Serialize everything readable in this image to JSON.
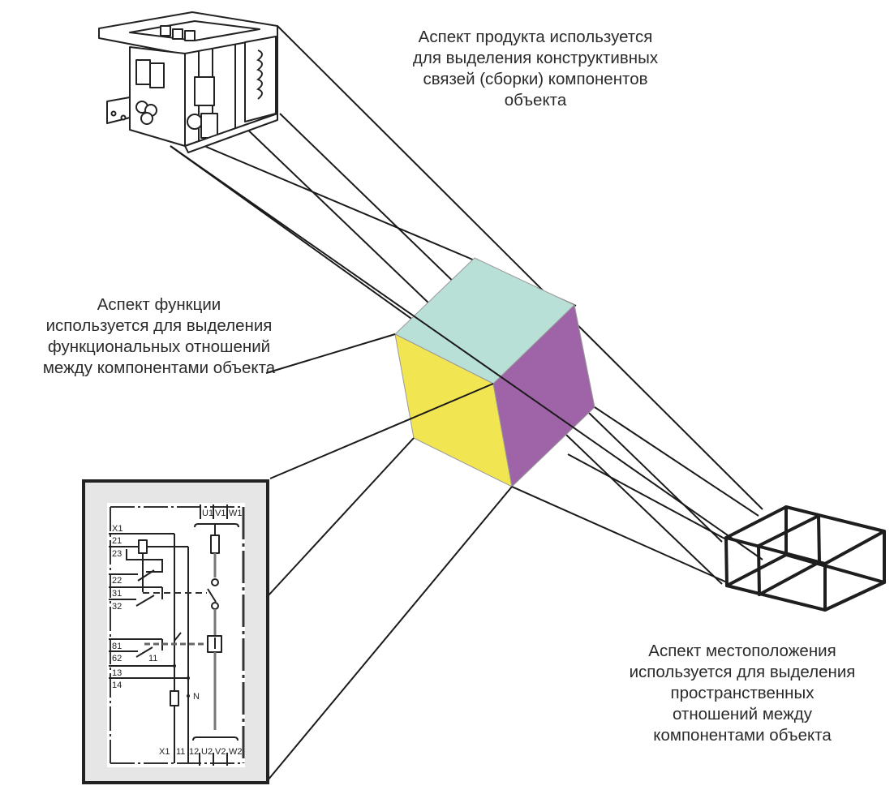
{
  "captions": {
    "product": {
      "lines": [
        "Аспект продукта используется",
        "для выделения конструктивных",
        "связей (сборки) компонентов",
        "объекта"
      ]
    },
    "function": {
      "lines": [
        "Аспект функции",
        "используется для выделения",
        "функциональных отношений",
        "между компонентами объекта"
      ]
    },
    "location": {
      "lines": [
        "Аспект местоположения",
        "используется для выделения",
        "пространственных",
        "отношений между",
        "компонентами объекта"
      ]
    }
  },
  "cube": {
    "colors": {
      "top": "#b8e0d6",
      "left": "#f2e552",
      "right": "#9f63a8"
    }
  },
  "schematic": {
    "top_terminals": [
      "U1",
      "V1",
      "W1"
    ],
    "left_terminals": [
      "X1",
      "21",
      "23",
      "22",
      "31",
      "32",
      "81",
      "62",
      "13",
      "14"
    ],
    "inner_labels": [
      "11",
      "N"
    ],
    "bottom_terminals": [
      "X1",
      "11",
      "12",
      "U2",
      "V2",
      "W2"
    ],
    "panel_color": "#e6e6e6"
  }
}
